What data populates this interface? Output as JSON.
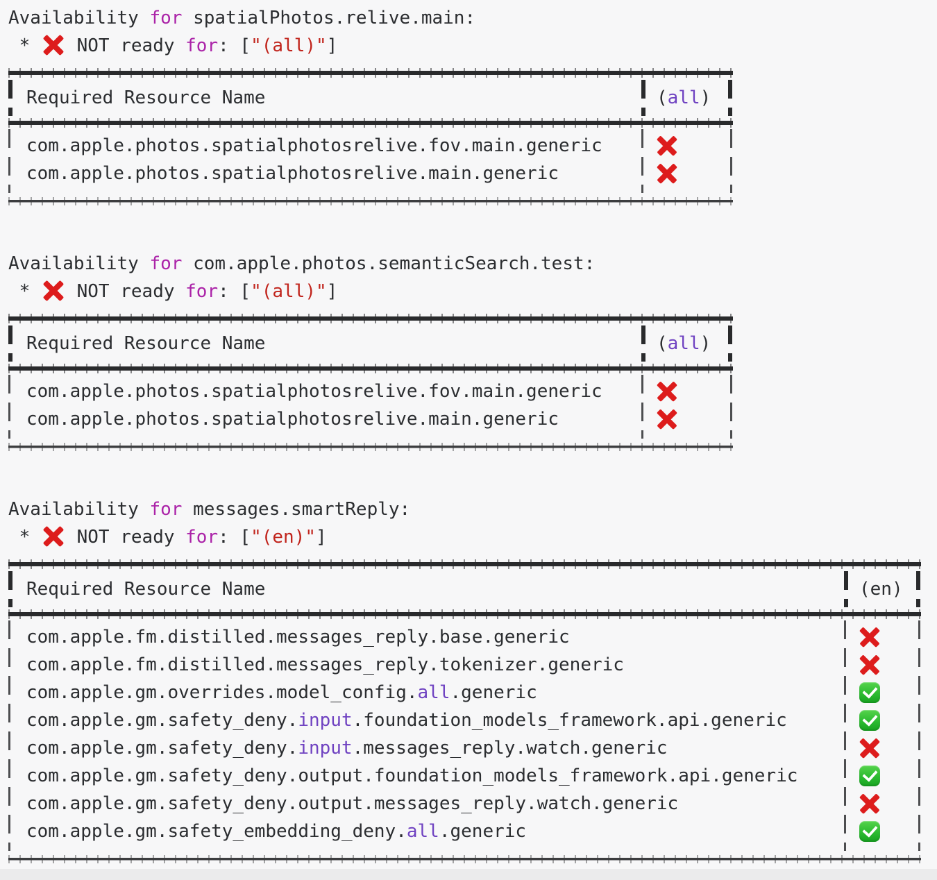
{
  "colors": {
    "background": "#f7f7f8",
    "text": "#2b2d30",
    "keyword_magenta": "#ab23a8",
    "string_red": "#c1251d",
    "builtin_purple": "#6f42c1",
    "cross_red": "#dd1c1c",
    "check_green": "#2cbb31"
  },
  "sections": [
    {
      "heading": {
        "pre": "Availability ",
        "kw": "for",
        "post": " spatialPhotos.relive.main:"
      },
      "status_line": {
        "lead": " * ",
        "label": " NOT ready ",
        "kw": "for",
        "mid": ": [",
        "locales": "\"(all)\"",
        "tail": "]"
      },
      "table": {
        "header": {
          "name": "Required Resource Name",
          "status_pre": "(",
          "status_hl": "all",
          "status_post": ")"
        },
        "rows": [
          {
            "pre": "com.apple.photos.spatialphotosrelive.fov.main.generic",
            "hl": "",
            "post": "",
            "status": "cross"
          },
          {
            "pre": "com.apple.photos.spatialphotosrelive.main.generic",
            "hl": "",
            "post": "",
            "status": "cross"
          }
        ]
      }
    },
    {
      "heading": {
        "pre": "Availability ",
        "kw": "for",
        "post": " com.apple.photos.semanticSearch.test:"
      },
      "status_line": {
        "lead": " * ",
        "label": " NOT ready ",
        "kw": "for",
        "mid": ": [",
        "locales": "\"(all)\"",
        "tail": "]"
      },
      "table": {
        "header": {
          "name": "Required Resource Name",
          "status_pre": "(",
          "status_hl": "all",
          "status_post": ")"
        },
        "rows": [
          {
            "pre": "com.apple.photos.spatialphotosrelive.fov.main.generic",
            "hl": "",
            "post": "",
            "status": "cross"
          },
          {
            "pre": "com.apple.photos.spatialphotosrelive.main.generic",
            "hl": "",
            "post": "",
            "status": "cross"
          }
        ]
      }
    },
    {
      "heading": {
        "pre": "Availability ",
        "kw": "for",
        "post": " messages.smartReply:"
      },
      "status_line": {
        "lead": " * ",
        "label": " NOT ready ",
        "kw": "for",
        "mid": ": [",
        "locales": "\"(en)\"",
        "tail": "]"
      },
      "table": {
        "header": {
          "name": "Required Resource Name",
          "status_pre": "(en)",
          "status_hl": "",
          "status_post": ""
        },
        "rows": [
          {
            "pre": "com.apple.fm.distilled.messages_reply.base.generic",
            "hl": "",
            "post": "",
            "status": "cross"
          },
          {
            "pre": "com.apple.fm.distilled.messages_reply.tokenizer.generic",
            "hl": "",
            "post": "",
            "status": "cross"
          },
          {
            "pre": "com.apple.gm.overrides.model_config.",
            "hl": "all",
            "post": ".generic",
            "status": "check"
          },
          {
            "pre": "com.apple.gm.safety_deny.",
            "hl": "input",
            "post": ".foundation_models_framework.api.generic",
            "status": "check"
          },
          {
            "pre": "com.apple.gm.safety_deny.",
            "hl": "input",
            "post": ".messages_reply.watch.generic",
            "status": "cross"
          },
          {
            "pre": "com.apple.gm.safety_deny.output.foundation_models_framework.api.generic",
            "hl": "",
            "post": "",
            "status": "check"
          },
          {
            "pre": "com.apple.gm.safety_deny.output.messages_reply.watch.generic",
            "hl": "",
            "post": "",
            "status": "cross"
          },
          {
            "pre": "com.apple.gm.safety_embedding_deny.",
            "hl": "all",
            "post": ".generic",
            "status": "check"
          }
        ]
      }
    }
  ]
}
